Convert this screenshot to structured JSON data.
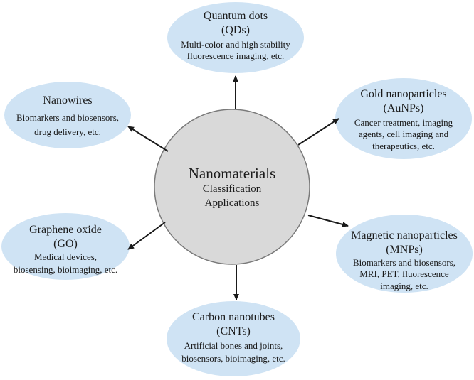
{
  "center": {
    "title": "Nanomaterials",
    "line1": "Classification",
    "line2": "Applications"
  },
  "nodes": {
    "qds": {
      "title1": "Quantum dots",
      "title2": "(QDs)",
      "desc1": "Multi-color and high stability",
      "desc2": "fluorescence imaging, etc."
    },
    "nanowires": {
      "title1": "Nanowires",
      "desc1": "Biomarkers and biosensors,",
      "desc2": "drug delivery, etc."
    },
    "aunps": {
      "title1": "Gold nanoparticles",
      "title2": "(AuNPs)",
      "desc1": "Cancer treatment, imaging",
      "desc2": "agents, cell imaging and",
      "desc3": "therapeutics, etc."
    },
    "go": {
      "title1": "Graphene oxide",
      "title2": "(GO)",
      "desc1": "Medical devices,",
      "desc2": "biosensing, bioimaging, etc."
    },
    "mnps": {
      "title1": "Magnetic nanoparticles",
      "title2": "(MNPs)",
      "desc1": "Biomarkers and biosensors,",
      "desc2": "MRI, PET, fluorescence",
      "desc3": "imaging, etc."
    },
    "cnts": {
      "title1": "Carbon nanotubes",
      "title2": "(CNTs)",
      "desc1": "Artificial bones and joints,",
      "desc2": "biosensors, bioimaging, etc."
    }
  },
  "colors": {
    "node_fill": "#cfe3f4",
    "center_fill": "#d9d9d9",
    "center_stroke": "#7a7a7a",
    "arrow": "#1a1a1a"
  }
}
